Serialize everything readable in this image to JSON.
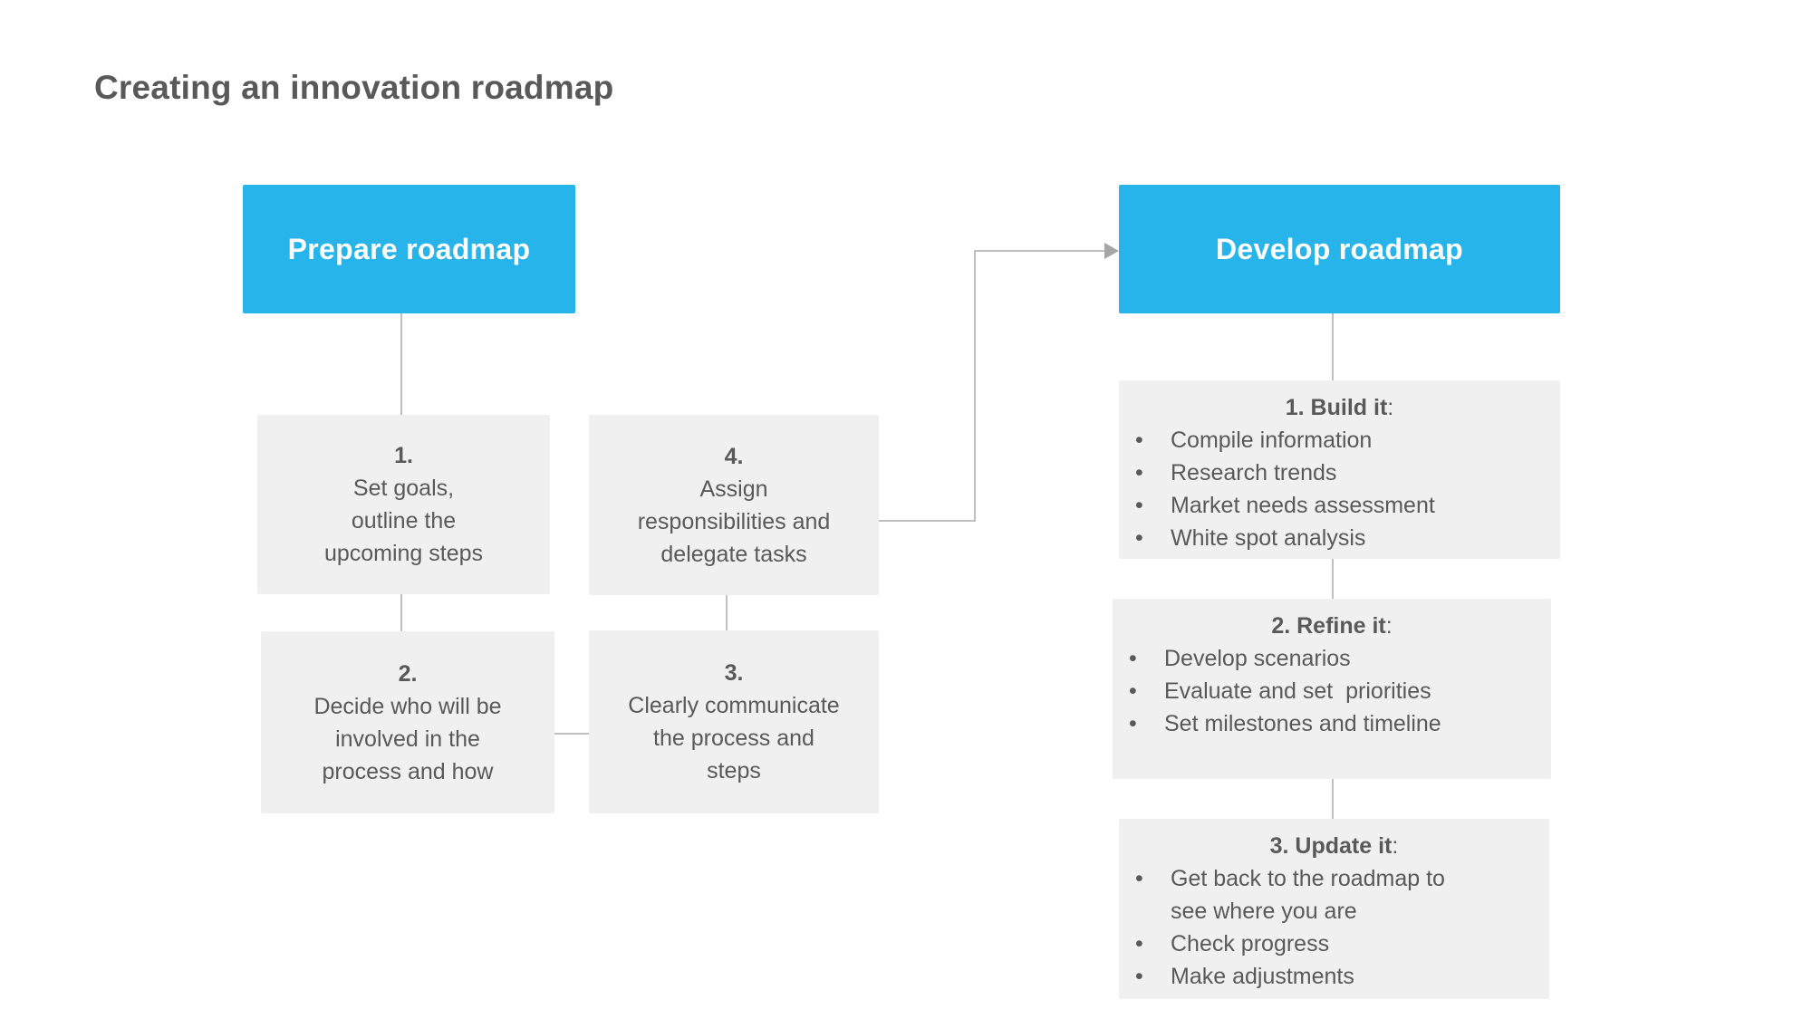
{
  "title": "Creating an innovation roadmap",
  "glyphs": {
    "bullet": "•"
  },
  "colors": {
    "accent_blue": "#26B4EA",
    "box_gray": "#F0F0F0",
    "text_gray": "#595959",
    "connector_gray": "#BFBFBF",
    "arrow_gray": "#A6A6A6",
    "title_gray": "#595959",
    "phase_label_white": "#FFFFFF"
  },
  "phases": {
    "prepare": {
      "label": "Prepare roadmap"
    },
    "develop": {
      "label": "Develop roadmap"
    }
  },
  "prepare_steps": {
    "s1": {
      "number": "1.",
      "lines": [
        "Set goals,",
        "outline the",
        "upcoming steps"
      ]
    },
    "s2": {
      "number": "2.",
      "lines": [
        "Decide who will be",
        "involved in the",
        "process and how"
      ]
    },
    "s3": {
      "number": "3.",
      "lines": [
        "Clearly communicate",
        "the process and",
        "steps"
      ]
    },
    "s4": {
      "number": "4.",
      "lines": [
        "Assign",
        "responsibilities and",
        "delegate tasks"
      ]
    }
  },
  "develop_steps": {
    "d1": {
      "heading": "1. Build it",
      "heading_suffix": ":",
      "bullets": [
        "Compile information",
        "Research trends",
        "Market needs assessment",
        "White spot analysis"
      ]
    },
    "d2": {
      "heading": "2. Refine it",
      "heading_suffix": ":",
      "bullets": [
        "Develop scenarios",
        "Evaluate and set  priorities",
        "Set milestones and timeline"
      ]
    },
    "d3": {
      "heading": "3. Update it",
      "heading_suffix": ":",
      "bullets": [
        "Get back to the roadmap to\nsee where you are",
        "Check progress",
        "Make adjustments"
      ]
    }
  }
}
